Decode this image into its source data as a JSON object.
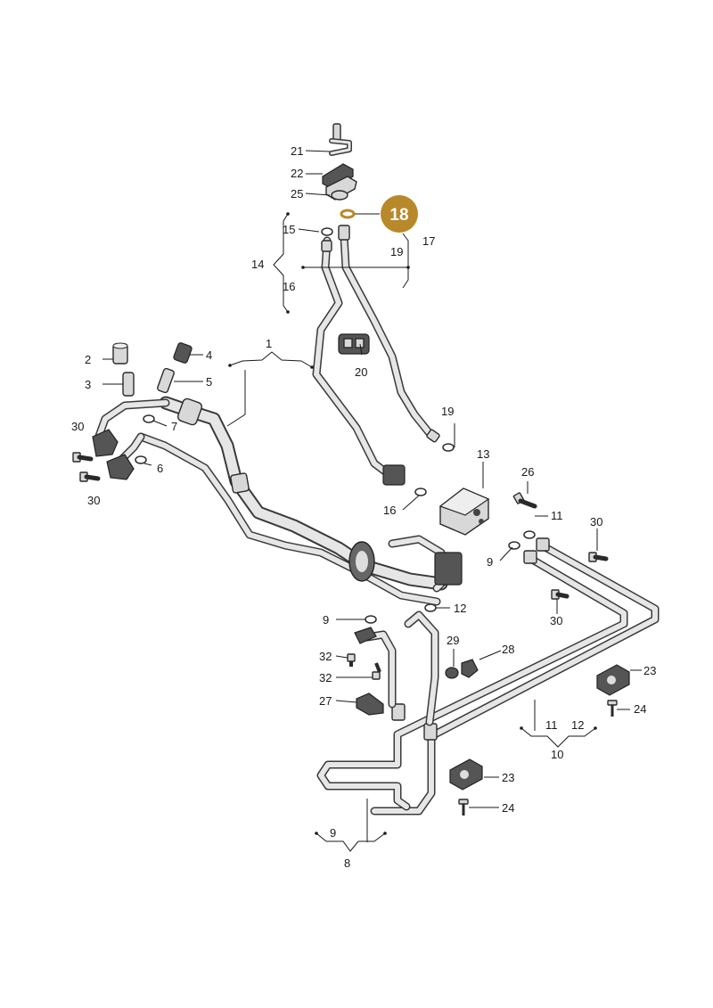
{
  "highlight": {
    "label": "18",
    "color": "#b8892a"
  },
  "labels": {
    "l1": "1",
    "l2": "2",
    "l3": "3",
    "l4": "4",
    "l5": "5",
    "l6": "6",
    "l7": "7",
    "l8": "8",
    "l9a": "9",
    "l9b": "9",
    "l9c": "9",
    "l10": "10",
    "l11a": "11",
    "l11b": "11",
    "l12a": "12",
    "l12b": "12",
    "l13": "13",
    "l14": "14",
    "l15": "15",
    "l16a": "16",
    "l16b": "16",
    "l17": "17",
    "l19a": "19",
    "l19b": "19",
    "l20": "20",
    "l21": "21",
    "l22": "22",
    "l23a": "23",
    "l23b": "23",
    "l24a": "24",
    "l24b": "24",
    "l25": "25",
    "l26": "26",
    "l27": "27",
    "l28": "28",
    "l29": "29",
    "l30a": "30",
    "l30b": "30",
    "l30c": "30",
    "l30d": "30",
    "l32a": "32",
    "l32b": "32"
  }
}
